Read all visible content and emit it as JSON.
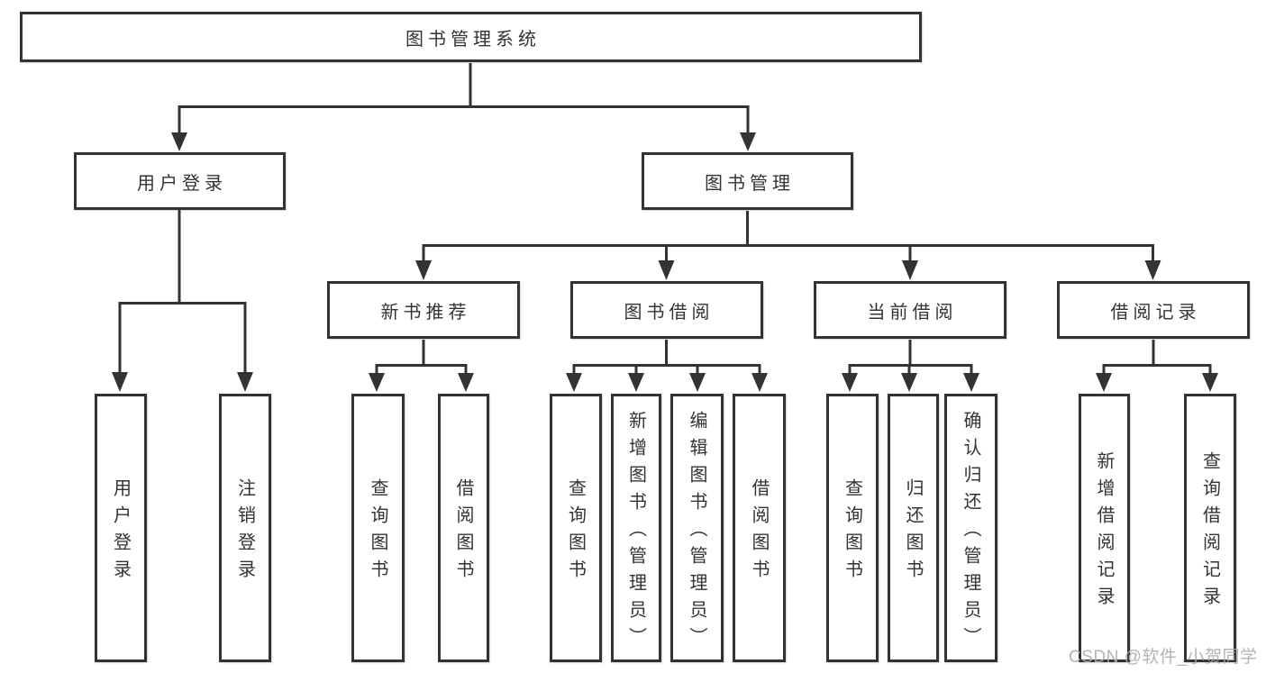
{
  "tree": {
    "label": "图书管理系统",
    "children": [
      {
        "label": "用户登录",
        "children": [
          {
            "label": "用户登录"
          },
          {
            "label": "注销登录"
          }
        ]
      },
      {
        "label": "图书管理",
        "children": [
          {
            "label": "新书推荐",
            "children": [
              {
                "label": "查询图书"
              },
              {
                "label": "借阅图书"
              }
            ]
          },
          {
            "label": "图书借阅",
            "children": [
              {
                "label": "查询图书"
              },
              {
                "label": "新增图书（管理员）"
              },
              {
                "label": "编辑图书（管理员）"
              },
              {
                "label": "借阅图书"
              }
            ]
          },
          {
            "label": "当前借阅",
            "children": [
              {
                "label": "查询图书"
              },
              {
                "label": "归还图书"
              },
              {
                "label": "确认归还（管理员）"
              }
            ]
          },
          {
            "label": "借阅记录",
            "children": [
              {
                "label": "新增借阅记录"
              },
              {
                "label": "查询借阅记录"
              }
            ]
          }
        ]
      }
    ]
  },
  "watermark": "CSDN @软件_小贺同学",
  "colors": {
    "line": "#333333",
    "box_border": "#333333",
    "text": "#333333",
    "background": "#ffffff",
    "watermark": "#acacae"
  }
}
